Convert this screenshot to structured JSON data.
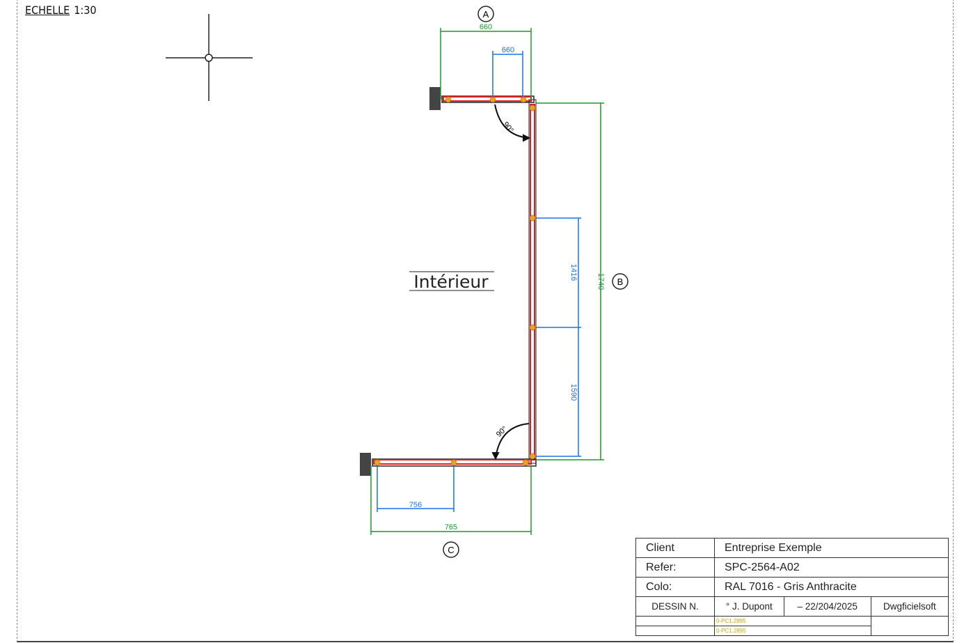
{
  "scale_label": "ECHELLE",
  "scale_value": "1:30",
  "room_label": "Intérieur",
  "markers": {
    "a": "A",
    "b": "B",
    "c": "C"
  },
  "dimensions": {
    "top_total": "660",
    "top_partial": "660",
    "right_total": "1740",
    "right_upper": "1416",
    "right_lower": "1590",
    "bottom_partial": "756",
    "bottom_total": "765",
    "door_angle_top": "90°",
    "door_angle_bottom": "90°"
  },
  "colors": {
    "panel": "#e02020",
    "dim_total": "#1a9a2a",
    "dim_partial": "#1a73e8"
  },
  "title_block": {
    "client_label": "Client",
    "client_value": "Entreprise Exemple",
    "ref_label": "Refer:",
    "ref_value": "SPC-2564-A02",
    "color_label": "Colo:",
    "color_value": "RAL 7016 - Gris Anthracite",
    "drawing_label": "DESSIN N.",
    "author": "° J. Dupont",
    "date": "– 22/204/2025",
    "software": "Dwgficielsoft",
    "rev1": "0-PC1.2895",
    "rev2": "0-PC1.2895"
  }
}
